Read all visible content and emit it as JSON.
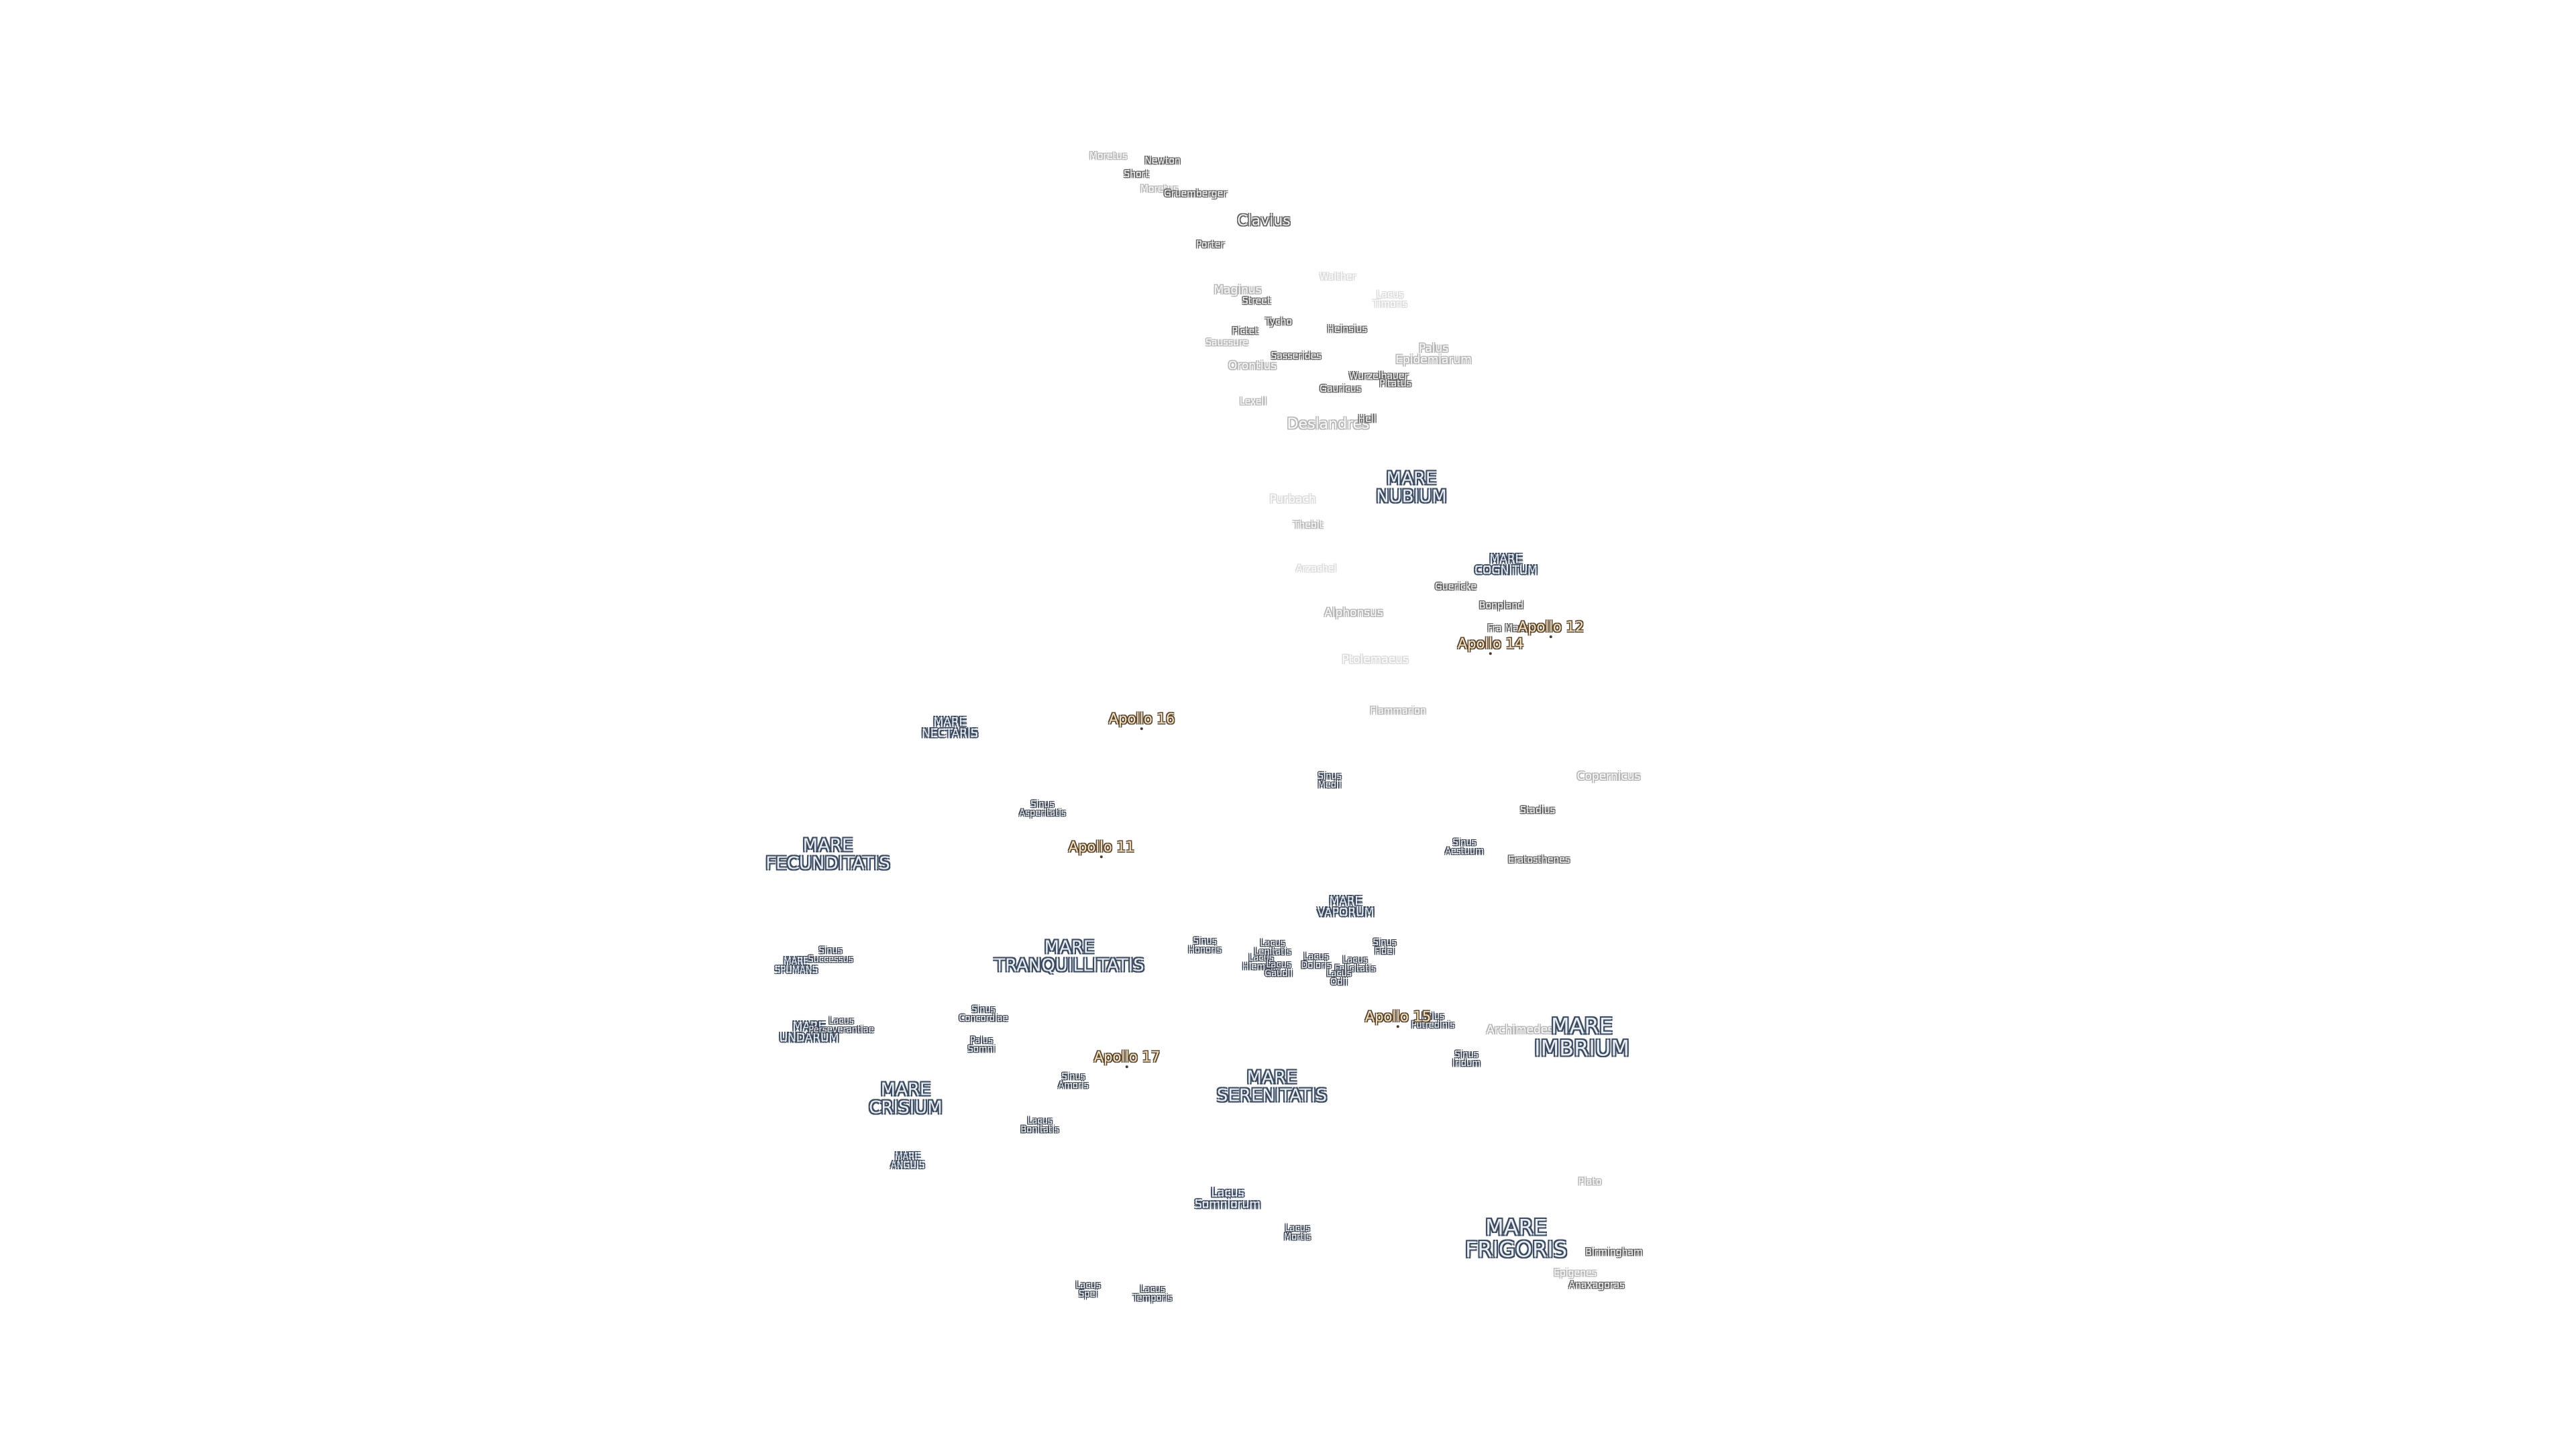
{
  "maria": {
    "nubium": "MARE\nNUBIUM",
    "cognitum": "MARE\nCOGNITUM",
    "nectaris": "MARE\nNECTARIS",
    "fecunditatis": "MARE\nFECUNDITATIS",
    "vaporum": "MARE\nVAPORUM",
    "tranquillitatis": "MARE\nTRANQUILLITATIS",
    "spumans": "MARE\nSPUMANS",
    "undarum": "MARE\nUNDARUM",
    "crisium": "MARE\nCRISIUM",
    "serenitatis": "MARE\nSERENITATIS",
    "imbrium": "MARE\nIMBRIUM",
    "anguis": "MARE\nANGUIS",
    "frigoris": "MARE\nFRIGORIS"
  },
  "features": {
    "sinus_medii": "Sinus\nMedii",
    "sinus_asperitatis": "Sinus\nAsperitatis",
    "sinus_aestuum": "Sinus\nAestuum",
    "sinus_honoris": "Sinus\nHonoris",
    "sinus_fidei": "Sinus\nFidei",
    "sinus_successus": "Sinus\nSuccessus",
    "sinus_concordiae": "Sinus\nConcordiae",
    "sinus_amoris": "Sinus\nAmoris",
    "sinus_iridum": "Sinus\nIridum",
    "lacus_lenitatis": "Lacus\nLenitatis",
    "lacus_hiemalis": "Lacus\nHiemalis",
    "lacus_gaudii": "Lacus\nGaudii",
    "lacus_doloris": "Lacus\nDoloris",
    "lacus_felicitatis": "Lacus\nFelicitatis",
    "lacus_odii": "Lacus\nOdii",
    "lacus_perseverantiae": "Lacus\nPerseverantiae",
    "lacus_bonitatis": "Lacus\nBonitatis",
    "lacus_somniorum": "Lacus\nSomniorum",
    "lacus_mortis": "Lacus\nMortis",
    "lacus_spei": "Lacus\nSpei",
    "lacus_temporis": "Lacus\nTemporis",
    "lacus_timoris": "Lacus\nTimoris",
    "palus_epidemiarum": "Palus\nEpidemiarum",
    "palus_somni": "Palus\nSomni",
    "palus_putredinis": "Palus\nPutredinis"
  },
  "craters": {
    "moretus": "Moretus",
    "newton": "Newton",
    "short": "Short",
    "gruemberger": "Gruemberger",
    "clavius": "Clavius",
    "porter": "Porter",
    "maginus": "Maginus",
    "street": "Street",
    "tycho": "Tycho",
    "pictet": "Pictet",
    "heinsius": "Heinsius",
    "saussure": "Saussure",
    "sasserides": "Sasserides",
    "orontius": "Orontius",
    "wurzelbauer": "Wurzelbauer",
    "gauricus": "Gauricus",
    "pitatus": "Pitatus",
    "lexell": "Lexell",
    "hell": "Hell",
    "deslandres": "Deslandres",
    "purbach": "Purbach",
    "thebit": "Thebit",
    "arzachel": "Arzachel",
    "guericke": "Guericke",
    "bonpland": "Bonpland",
    "fra_mauro": "Fra Mauro",
    "alphonsus": "Alphonsus",
    "ptolemaeus": "Ptolemaeus",
    "flammarion": "Flammarion",
    "copernicus": "Copernicus",
    "stadius": "Stadius",
    "eratosthenes": "Eratosthenes",
    "archimedes": "Archimedes",
    "plato": "Plato",
    "birmingham": "Birmingham",
    "epigenes": "Epigenes",
    "anaxagoras": "Anaxagoras",
    "walther": "Walther"
  },
  "apollo": {
    "a12": "Apollo 12",
    "a14": "Apollo 14",
    "a16": "Apollo 16",
    "a11": "Apollo 11",
    "a15": "Apollo 15",
    "a17": "Apollo 17"
  }
}
